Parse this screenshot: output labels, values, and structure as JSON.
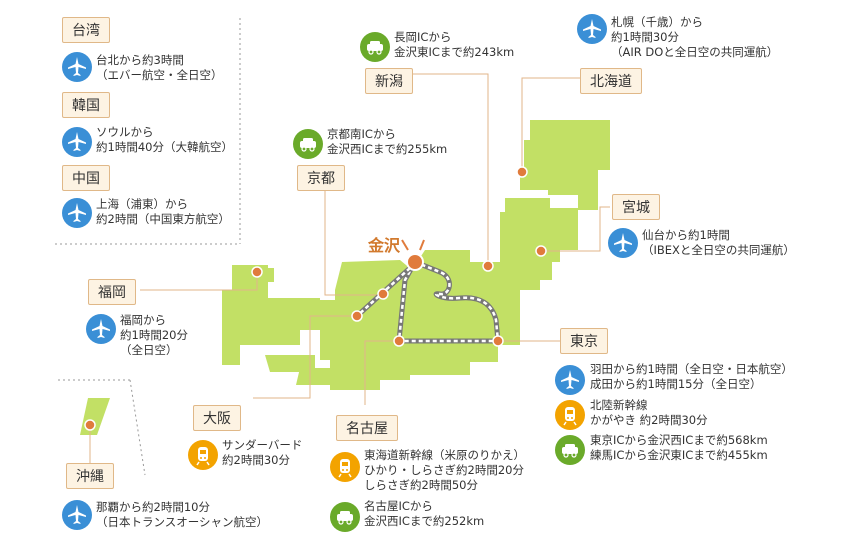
{
  "map": {
    "center": "金沢",
    "colors": {
      "land": "#c2e065",
      "dot": "#e07b3c",
      "line": "#e2b48a",
      "plane": "#3a8fd6",
      "car": "#6aaa2a",
      "train": "#f3a300",
      "label_bg": "#fdf3e3",
      "label_border": "#e0b888"
    }
  },
  "overseas": [
    {
      "region": "台湾",
      "icon": "plane-icon",
      "lines": [
        "台北から約3時間",
        "（エバー航空・全日空）"
      ]
    },
    {
      "region": "韓国",
      "icon": "plane-icon",
      "lines": [
        "ソウルから",
        "約1時間40分（大韓航空）"
      ]
    },
    {
      "region": "中国",
      "icon": "plane-icon",
      "lines": [
        "上海（浦東）から",
        "約2時間（中国東方航空）"
      ]
    }
  ],
  "routes": {
    "niigata": {
      "label": "新潟",
      "icon": "car-icon",
      "lines": [
        "長岡ICから",
        "金沢東ICまで約243km"
      ]
    },
    "hokkaido": {
      "label": "北海道",
      "icon": "plane-icon",
      "lines": [
        "札幌（千歳）から",
        "約1時間30分",
        "（AIR DOと全日空の共同運航）"
      ]
    },
    "kyoto": {
      "label": "京都",
      "icon": "car-icon",
      "lines": [
        "京都南ICから",
        "金沢西ICまで約255km"
      ]
    },
    "miyagi": {
      "label": "宮城",
      "icon": "plane-icon",
      "lines": [
        "仙台から約1時間",
        "（IBEXと全日空の共同運航）"
      ]
    },
    "fukuoka": {
      "label": "福岡",
      "icon": "plane-icon",
      "lines": [
        "福岡から",
        "約1時間20分",
        "（全日空）"
      ]
    },
    "tokyo": {
      "label": "東京",
      "plane_lines": [
        "羽田から約1時間（全日空・日本航空）",
        "成田から約1時間15分（全日空）"
      ],
      "train_lines": [
        "北陸新幹線",
        "かがやき 約2時間30分"
      ],
      "car_lines": [
        "東京ICから金沢西ICまで約568km",
        "練馬ICから金沢東ICまで約455km"
      ]
    },
    "osaka": {
      "label": "大阪",
      "icon": "train-icon",
      "lines": [
        "サンダーバード",
        "約2時間30分"
      ]
    },
    "nagoya": {
      "label": "名古屋",
      "train_lines": [
        "東海道新幹線（米原のりかえ）",
        "ひかり・しらさぎ約2時間20分",
        "しらさぎ約2時間50分"
      ],
      "car_lines": [
        "名古屋ICから",
        "金沢西ICまで約252km"
      ]
    },
    "okinawa": {
      "label": "沖縄",
      "icon": "plane-icon",
      "lines": [
        "那覇から約2時間10分",
        "（日本トランスオーシャン航空）"
      ]
    }
  }
}
